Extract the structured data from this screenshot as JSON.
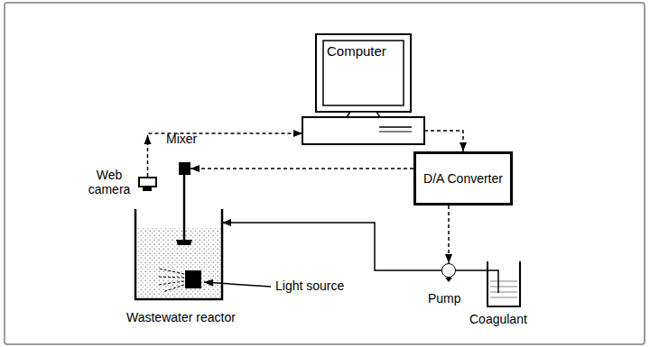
{
  "diagram": {
    "nodes": [
      {
        "text": [
          "Computer"
        ]
      },
      {
        "text": [
          "Mixer"
        ]
      },
      {
        "text": [
          "Web camera"
        ]
      },
      {
        "text": [
          "D/A Converter"
        ]
      },
      {
        "text": [
          "Wastewater reactor"
        ]
      },
      {
        "text": [
          "Pump"
        ]
      },
      {
        "text": [
          "Coagulant"
        ]
      }
    ],
    "edges": [
      {
        "from": 2,
        "to": 0,
        "arrow": "to"
      },
      {
        "from": 0,
        "to": 3,
        "arrow": "to"
      },
      {
        "from": 3,
        "to": 1,
        "arrow": "to"
      },
      {
        "from": 3,
        "to": 5,
        "arrow": "to"
      },
      {
        "from": 5,
        "to": 4,
        "arrow": "to"
      },
      {
        "from": 6,
        "to": 5,
        "arrow": "none"
      }
    ],
    "labels": [
      "Light source"
    ]
  }
}
